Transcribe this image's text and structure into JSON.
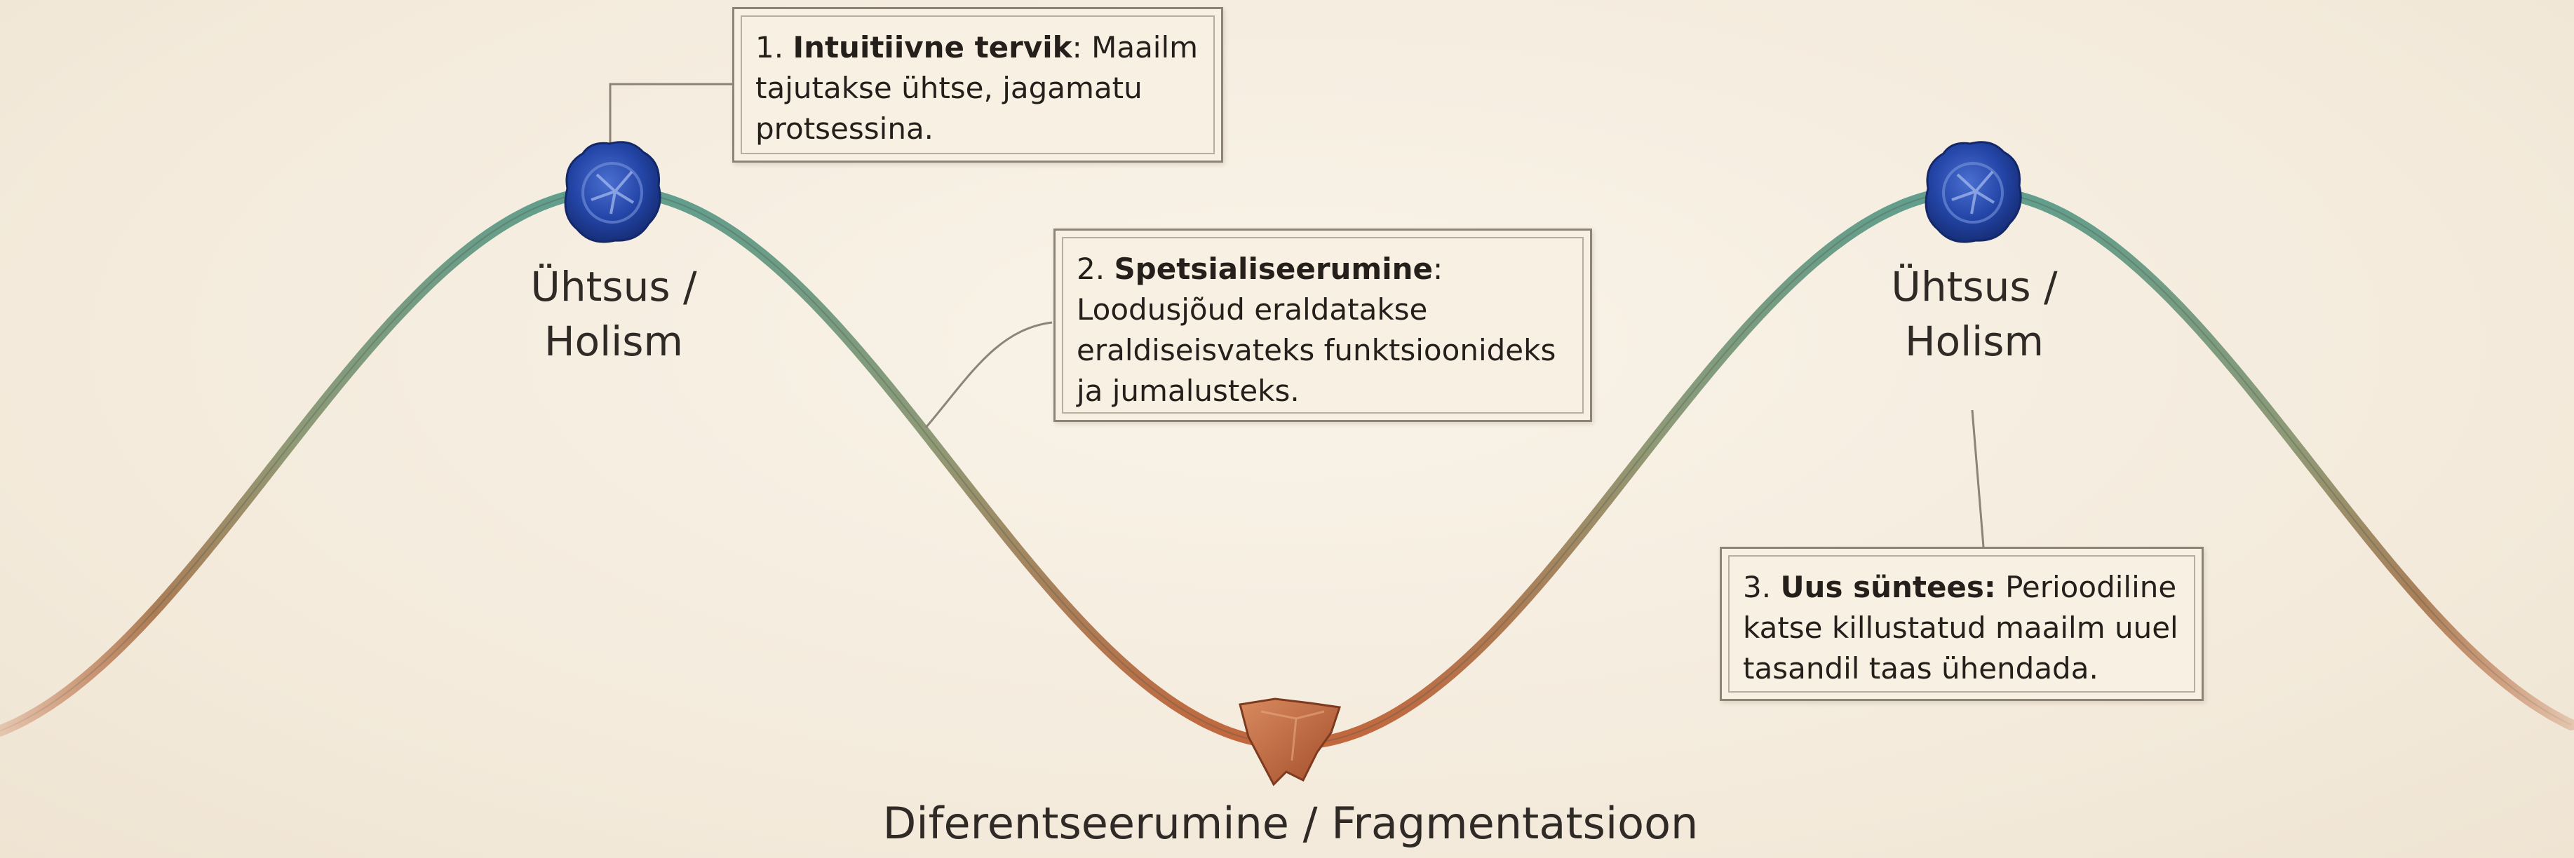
{
  "colors": {
    "background": "#f6eee0",
    "curve_top": "#5f9e8e",
    "curve_bottom": "#c5643a",
    "seal_blue": "#2446a8",
    "fragment_terracotta": "#c2643c",
    "box_border": "#8d8377"
  },
  "nodes": {
    "left_peak": {
      "label_line1": "Ühtsus /",
      "label_line2": "Holism",
      "icon": "wax-seal-icon"
    },
    "right_peak": {
      "label_line1": "Ühtsus /",
      "label_line2": "Holism",
      "icon": "wax-seal-icon"
    },
    "trough": {
      "label": "Diferentseerumine / Fragmentatsioon",
      "icon": "fragment-icon"
    }
  },
  "callouts": [
    {
      "number": "1.",
      "title": "Intuitiivne tervik",
      "sep": ":",
      "text": "Maailm tajutakse ühtse, jagamatu protsessina."
    },
    {
      "number": "2.",
      "title": "Spetsialiseerumine",
      "sep": ":",
      "text": "Loodusjõud eraldatakse eraldiseisvateks funktsioonideks ja jumalusteks."
    },
    {
      "number": "3.",
      "title": "Uus süntees:",
      "sep": "",
      "text": "Perioodiline katse killustatud maailm uuel tasandil taas ühendada."
    }
  ]
}
